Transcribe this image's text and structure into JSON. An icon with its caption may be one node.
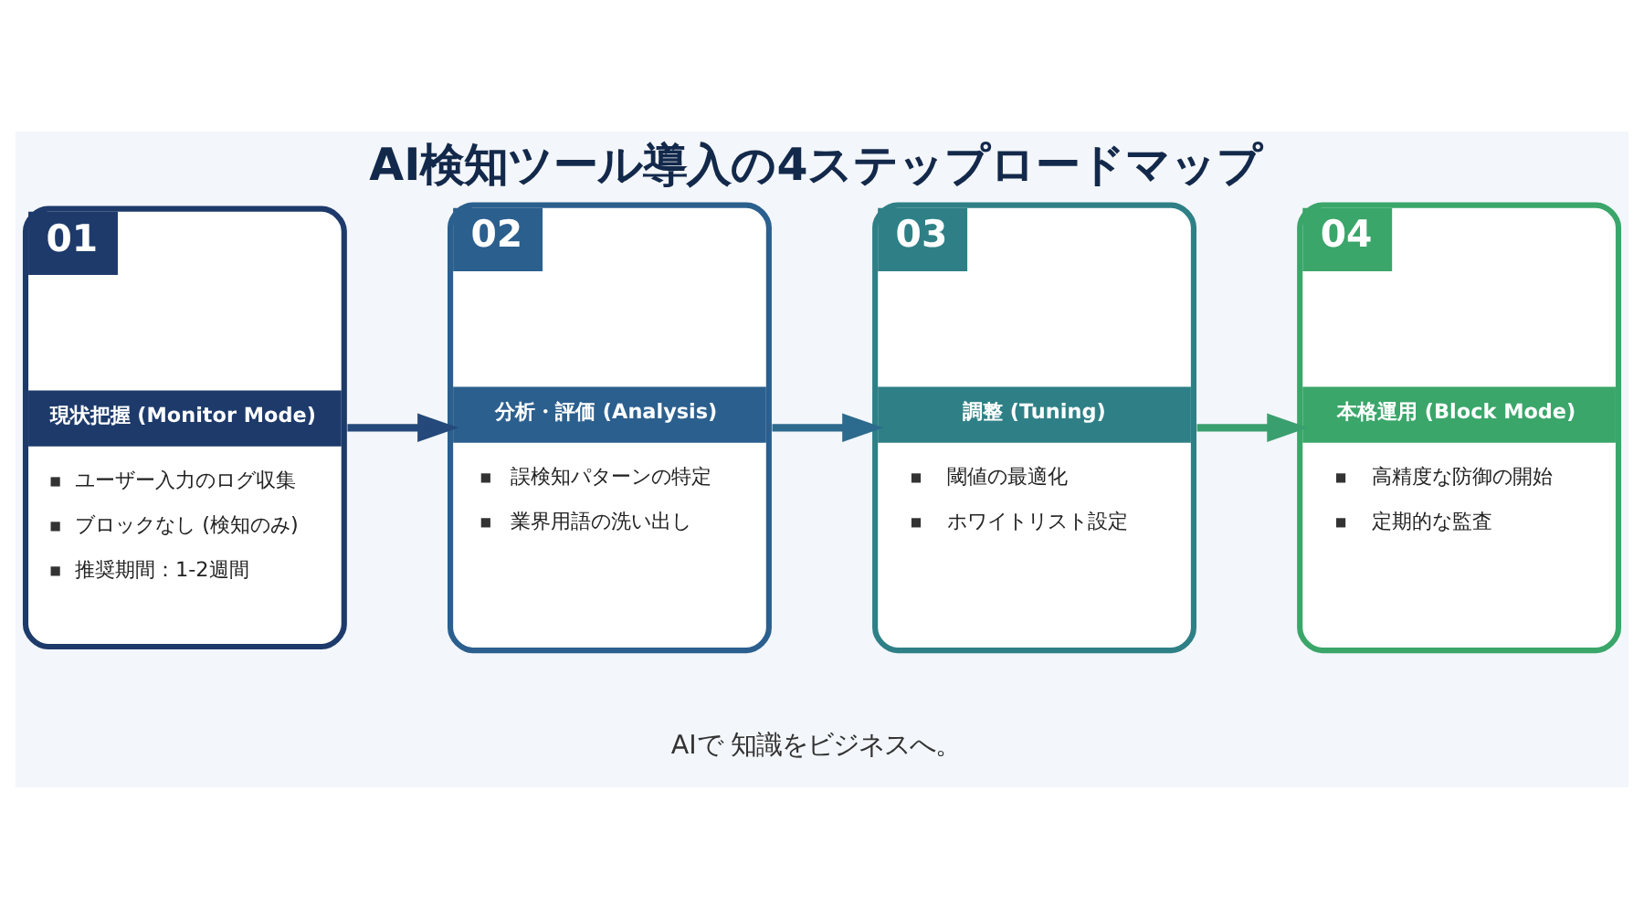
{
  "diagram": {
    "title": "AI検知ツール導入の4ステップロードマップ",
    "nodes": [
      {
        "text": [
          "01",
          "現状把握 (Monitor Mode)",
          "ユーザー入力のログ収集",
          "ブロックなし (検知のみ)",
          "推奨期間：1-2週間"
        ]
      },
      {
        "text": [
          "02",
          "分析・評価 (Analysis)",
          "誤検知パターンの特定",
          "業界用語の洗い出し"
        ]
      },
      {
        "text": [
          "03",
          "調整 (Tuning)",
          "閾値の最適化",
          "ホワイトリスト設定"
        ]
      },
      {
        "text": [
          "04",
          "本格運用 (Block Mode)",
          "高精度な防御の開始",
          "定期的な監査"
        ]
      }
    ],
    "edges": [
      {
        "from": 0,
        "to": 1,
        "arrow": "to",
        "color": "#24497a"
      },
      {
        "from": 1,
        "to": 2,
        "arrow": "to",
        "color": "#2c6a8e"
      },
      {
        "from": 2,
        "to": 3,
        "arrow": "to",
        "color": "#3a9f6e"
      }
    ],
    "labels": [
      "AIで 知識をビジネスへ。"
    ]
  }
}
